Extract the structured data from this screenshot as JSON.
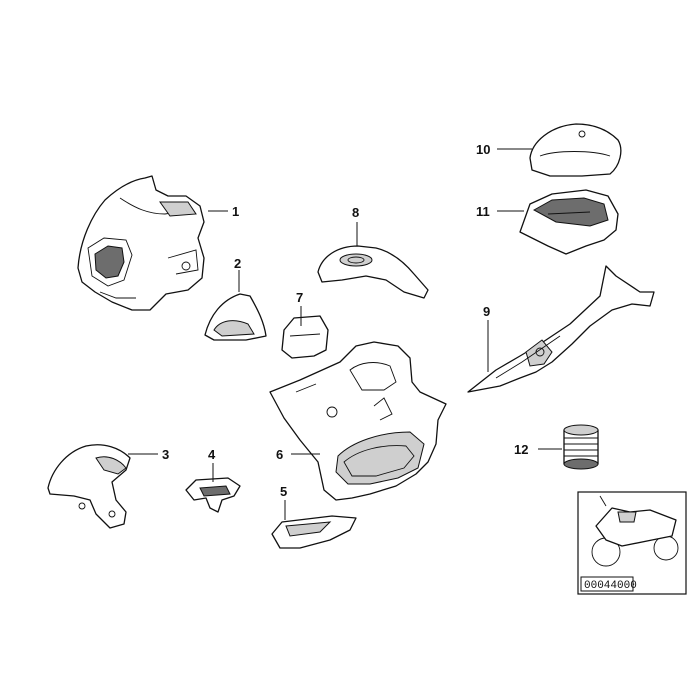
{
  "callouts": [
    {
      "id": "1",
      "label": "1"
    },
    {
      "id": "2",
      "label": "2"
    },
    {
      "id": "3",
      "label": "3"
    },
    {
      "id": "4",
      "label": "4"
    },
    {
      "id": "5",
      "label": "5"
    },
    {
      "id": "6",
      "label": "6"
    },
    {
      "id": "7",
      "label": "7"
    },
    {
      "id": "8",
      "label": "8"
    },
    {
      "id": "9",
      "label": "9"
    },
    {
      "id": "10",
      "label": "10"
    },
    {
      "id": "11",
      "label": "11"
    },
    {
      "id": "12",
      "label": "12"
    }
  ],
  "reference_box": {
    "image_id": "00044000",
    "icon": "motorcycle-icon"
  }
}
